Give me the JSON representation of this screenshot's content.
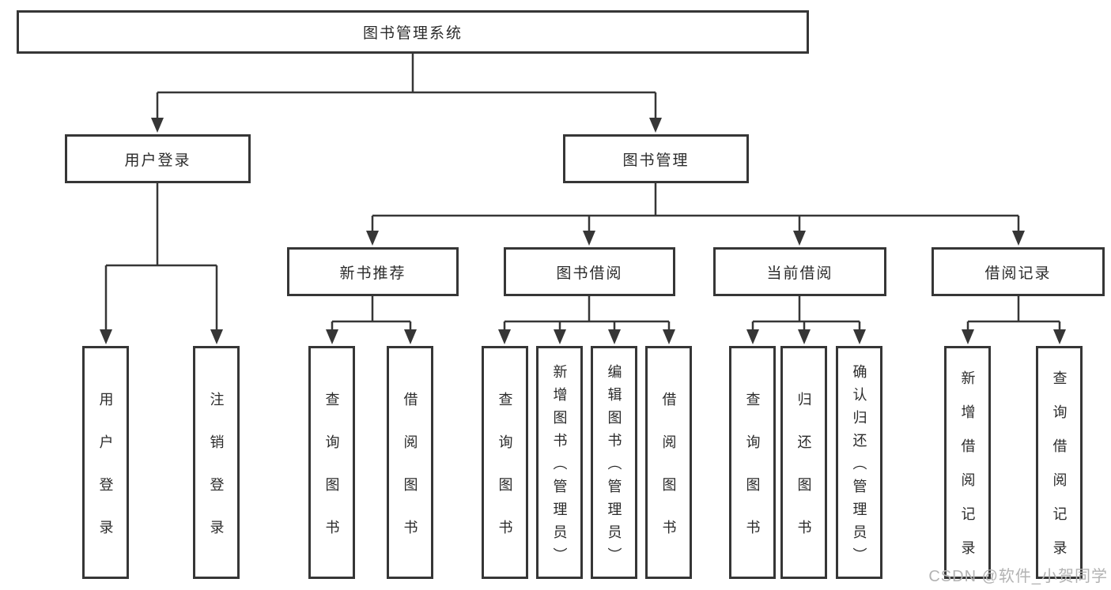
{
  "diagram": {
    "root": {
      "label": "图书管理系统"
    },
    "branches": [
      {
        "label": "用户登录",
        "children": [
          {
            "label": "用户登录"
          },
          {
            "label": "注销登录"
          }
        ]
      },
      {
        "label": "图书管理",
        "children": [
          {
            "label": "新书推荐",
            "children": [
              {
                "label": "查询图书"
              },
              {
                "label": "借阅图书"
              }
            ]
          },
          {
            "label": "图书借阅",
            "children": [
              {
                "label": "查询图书"
              },
              {
                "label": "新增图书（管理员）"
              },
              {
                "label": "编辑图书（管理员）"
              },
              {
                "label": "借阅图书"
              }
            ]
          },
          {
            "label": "当前借阅",
            "children": [
              {
                "label": "查询图书"
              },
              {
                "label": "归还图书"
              },
              {
                "label": "确认归还（管理员）"
              }
            ]
          },
          {
            "label": "借阅记录",
            "children": [
              {
                "label": "新增借阅记录"
              },
              {
                "label": "查询借阅记录"
              }
            ]
          }
        ]
      }
    ]
  },
  "watermark": {
    "text": "CSDN @软件_小贺同学"
  },
  "colors": {
    "line": "#363636",
    "text": "#2b2b2b",
    "box_background": "#ffffff",
    "watermark": "#b3b3b3"
  }
}
